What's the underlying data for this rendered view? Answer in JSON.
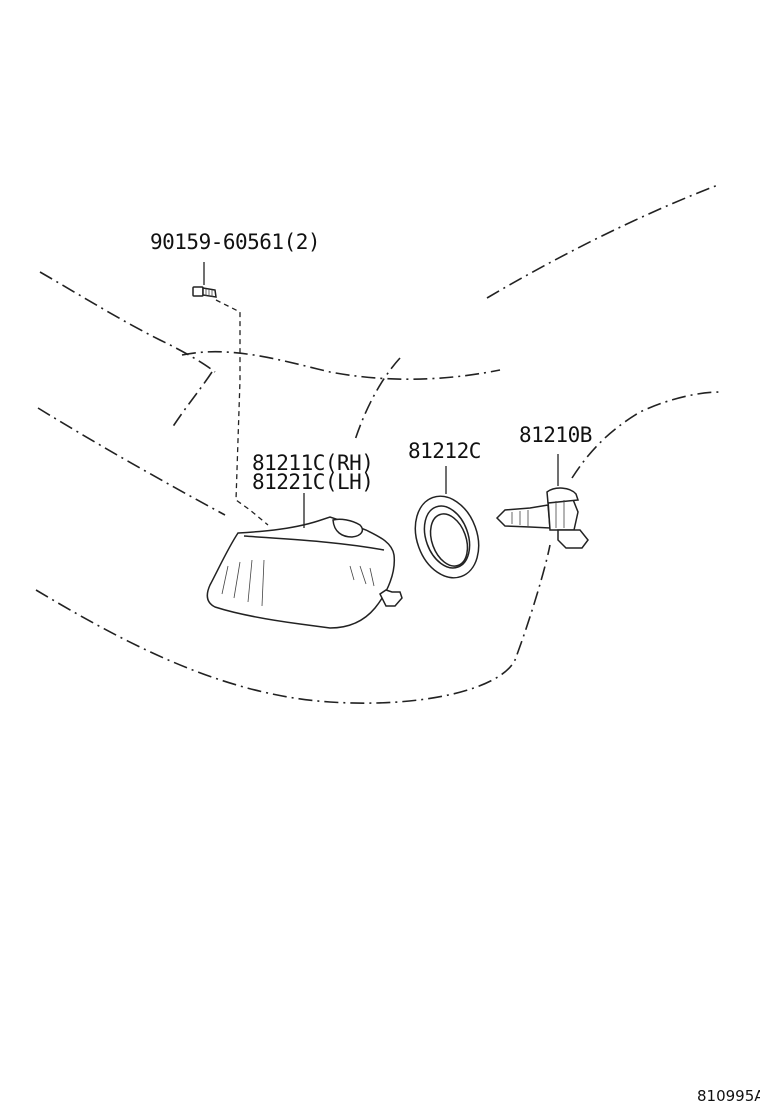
{
  "labels": {
    "bolt": "90159-60561(2)",
    "lamp_rh": "81211C(RH)",
    "lamp_lh": "81221C(LH)",
    "gasket": "81212C",
    "bulb": "81210B",
    "illustration_code": "810995A"
  }
}
